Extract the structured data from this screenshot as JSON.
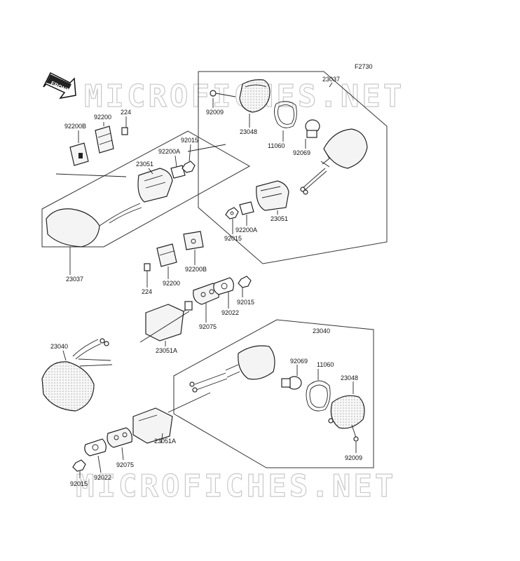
{
  "diagram": {
    "ref_code": "F2730",
    "front_label": "FRONT",
    "watermark": "MICROFICHES.NET",
    "labels": [
      {
        "id": "l23037a",
        "text": "23037"
      },
      {
        "id": "l92009a",
        "text": "92009"
      },
      {
        "id": "l23048a",
        "text": "23048"
      },
      {
        "id": "l11060a",
        "text": "11060"
      },
      {
        "id": "l92069a",
        "text": "92069"
      },
      {
        "id": "l23051a",
        "text": "23051"
      },
      {
        "id": "l92200Aa",
        "text": "92200A"
      },
      {
        "id": "l92015a",
        "text": "92015"
      },
      {
        "id": "l224a",
        "text": "224"
      },
      {
        "id": "l92200a",
        "text": "92200"
      },
      {
        "id": "l92200Ba",
        "text": "92200B"
      },
      {
        "id": "l92015b",
        "text": "92015"
      },
      {
        "id": "l92200Ab",
        "text": "92200A"
      },
      {
        "id": "l23051b",
        "text": "23051"
      },
      {
        "id": "l23037b",
        "text": "23037"
      },
      {
        "id": "l92200Bb",
        "text": "92200B"
      },
      {
        "id": "l92200b",
        "text": "92200"
      },
      {
        "id": "l224b",
        "text": "224"
      },
      {
        "id": "l92015c",
        "text": "92015"
      },
      {
        "id": "l92022a",
        "text": "92022"
      },
      {
        "id": "l92075a",
        "text": "92075"
      },
      {
        "id": "l23051Aa",
        "text": "23051A"
      },
      {
        "id": "l23040a",
        "text": "23040"
      },
      {
        "id": "l23040b",
        "text": "23040"
      },
      {
        "id": "l92069b",
        "text": "92069"
      },
      {
        "id": "l11060b",
        "text": "11060"
      },
      {
        "id": "l23048b",
        "text": "23048"
      },
      {
        "id": "l92009b",
        "text": "92009"
      },
      {
        "id": "l23051Ab",
        "text": "23051A"
      },
      {
        "id": "l92075b",
        "text": "92075"
      },
      {
        "id": "l92022b",
        "text": "92022"
      },
      {
        "id": "l92015d",
        "text": "92015"
      }
    ]
  }
}
